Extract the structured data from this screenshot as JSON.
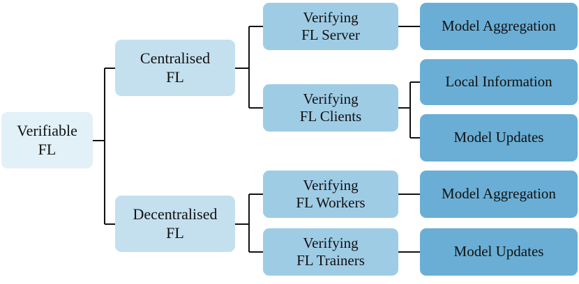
{
  "diagram": {
    "root": {
      "line1": "Verifiable",
      "line2": "FL"
    },
    "centralised": {
      "line1": "Centralised",
      "line2": "FL",
      "server": {
        "line1": "Verifying",
        "line2": "FL Server",
        "leaves": [
          "Model Aggregation"
        ]
      },
      "clients": {
        "line1": "Verifying",
        "line2": "FL Clients",
        "leaves": [
          "Local Information",
          "Model Updates"
        ]
      }
    },
    "decentralised": {
      "line1": "Decentralised",
      "line2": "FL",
      "workers": {
        "line1": "Verifying",
        "line2": "FL Workers",
        "leaves": [
          "Model Aggregation"
        ]
      },
      "trainers": {
        "line1": "Verifying",
        "line2": "FL Trainers",
        "leaves": [
          "Model Updates"
        ]
      }
    },
    "colors": {
      "root": "#e2f0f7",
      "level1": "#c4e0ef",
      "level2": "#9fcce5",
      "level3": "#6aaed5",
      "connector": "#111111"
    }
  }
}
